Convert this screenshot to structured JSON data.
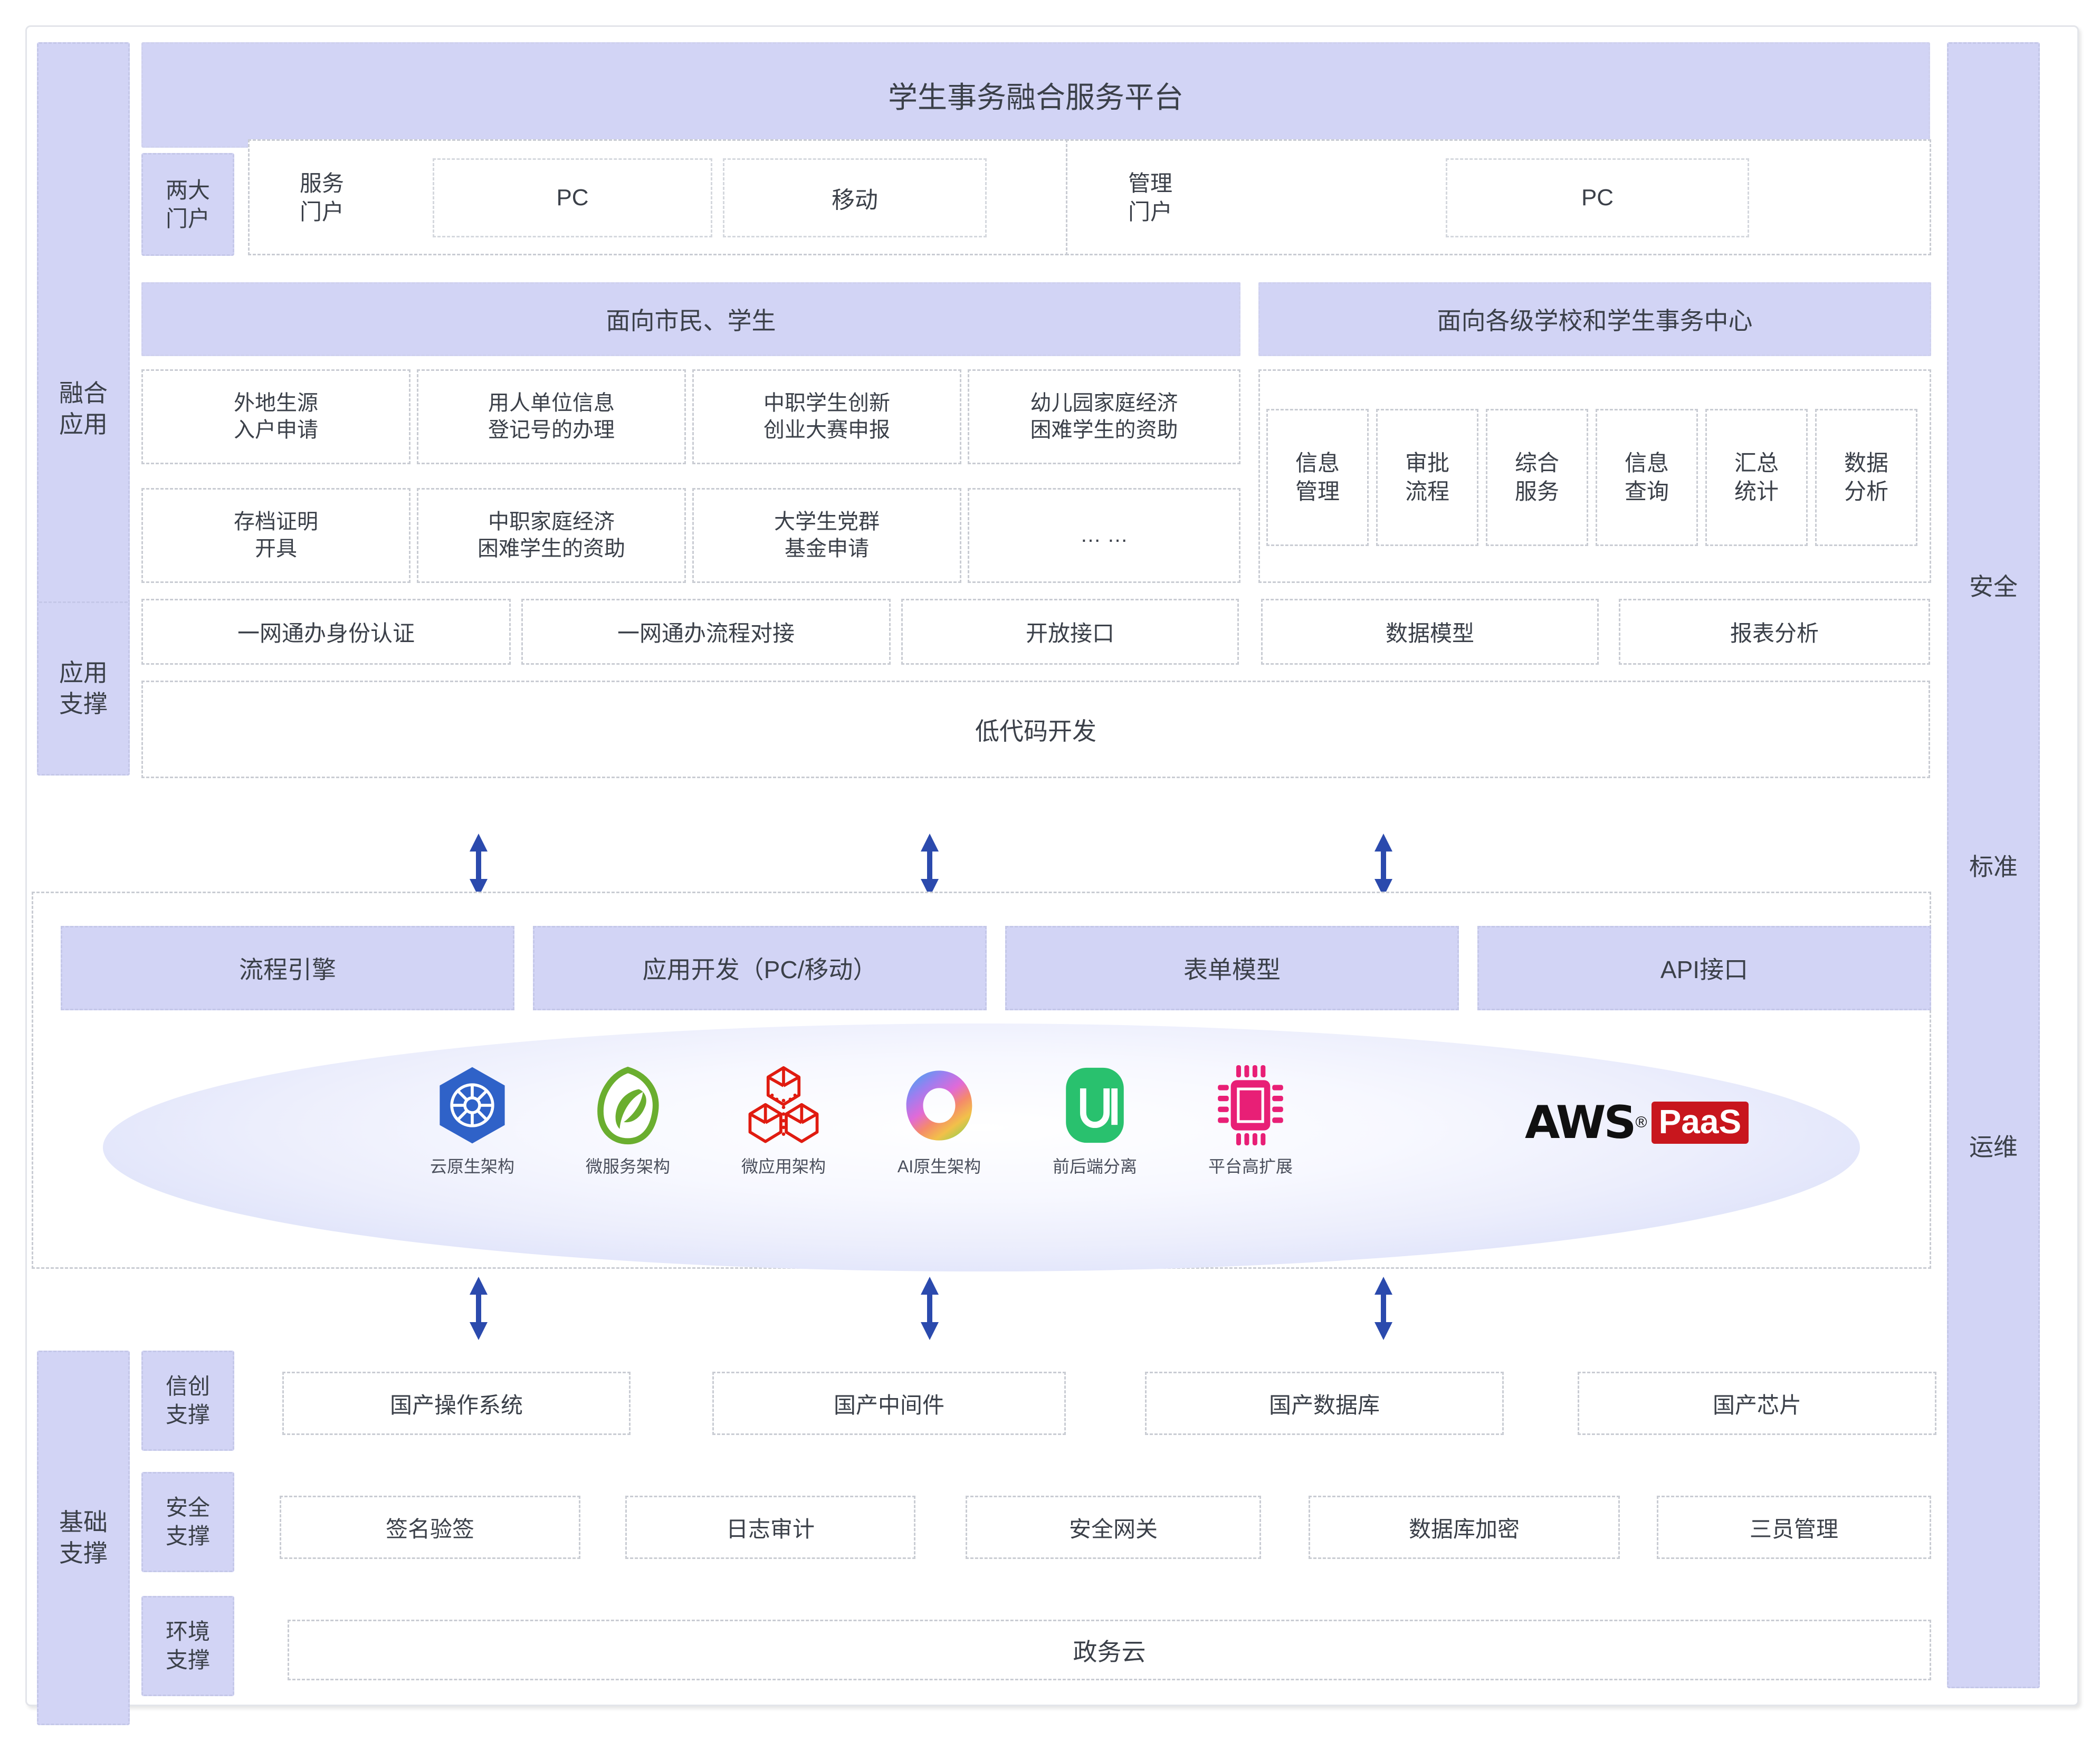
{
  "platform_title": "学生事务融合服务平台",
  "side_left": {
    "fusion_app": "融合\n应用",
    "app_support": "应用\n支撑",
    "base_support": "基础\n支撑"
  },
  "side_right": {
    "security": "安全",
    "standard": "标准",
    "operations": "运维"
  },
  "portals": {
    "group_label": "两大\n门户",
    "service_portal": "服务\n门户",
    "service_pc": "PC",
    "service_mobile": "移动",
    "manage_portal": "管理\n门户",
    "manage_pc": "PC"
  },
  "citizen": {
    "header": "面向市民、学生",
    "cards_row1": [
      "外地生源\n入户申请",
      "用人单位信息\n登记号的办理",
      "中职学生创新\n创业大赛申报",
      "幼儿园家庭经济\n困难学生的资助"
    ],
    "cards_row2": [
      "存档证明\n开具",
      "中职家庭经济\n困难学生的资助",
      "大学生党群\n基金申请",
      "… …"
    ]
  },
  "school": {
    "header": "面向各级学校和学生事务中心",
    "cards": [
      "信息\n管理",
      "审批\n流程",
      "综合\n服务",
      "信息\n查询",
      "汇总\n统计",
      "数据\n分析"
    ]
  },
  "app_support": {
    "items": [
      "一网通办身份认证",
      "一网通办流程对接",
      "开放接口",
      "数据模型",
      "报表分析"
    ],
    "lowcode": "低代码开发"
  },
  "paas": {
    "capabilities": [
      "流程引擎",
      "应用开发（PC/移动）",
      "表单模型",
      "API接口"
    ],
    "icons": [
      {
        "name": "kubernetes-icon",
        "label": "云原生架构"
      },
      {
        "name": "spring-leaf-icon",
        "label": "微服务架构"
      },
      {
        "name": "microapp-cubes-icon",
        "label": "微应用架构"
      },
      {
        "name": "ai-ring-icon",
        "label": "AI原生架构"
      },
      {
        "name": "ui-icon",
        "label": "前后端分离"
      },
      {
        "name": "chip-icon",
        "label": "平台高扩展"
      }
    ],
    "aws_text": "AWS",
    "aws_reg": "®",
    "paas_text": "PaaS"
  },
  "infrastructure": {
    "rows": [
      {
        "label": "信创\n支撑",
        "items": [
          "国产操作系统",
          "国产中间件",
          "国产数据库",
          "国产芯片"
        ]
      },
      {
        "label": "安全\n支撑",
        "items": [
          "签名验签",
          "日志审计",
          "安全网关",
          "数据库加密",
          "三员管理"
        ]
      },
      {
        "label": "环境\n支撑",
        "items": [
          "政务云"
        ]
      }
    ]
  },
  "colors": {
    "purple": "#d2d4f5",
    "arrow_blue": "#2b4aad",
    "text": "#3b4049",
    "dash_border": "#c9ccd3"
  }
}
